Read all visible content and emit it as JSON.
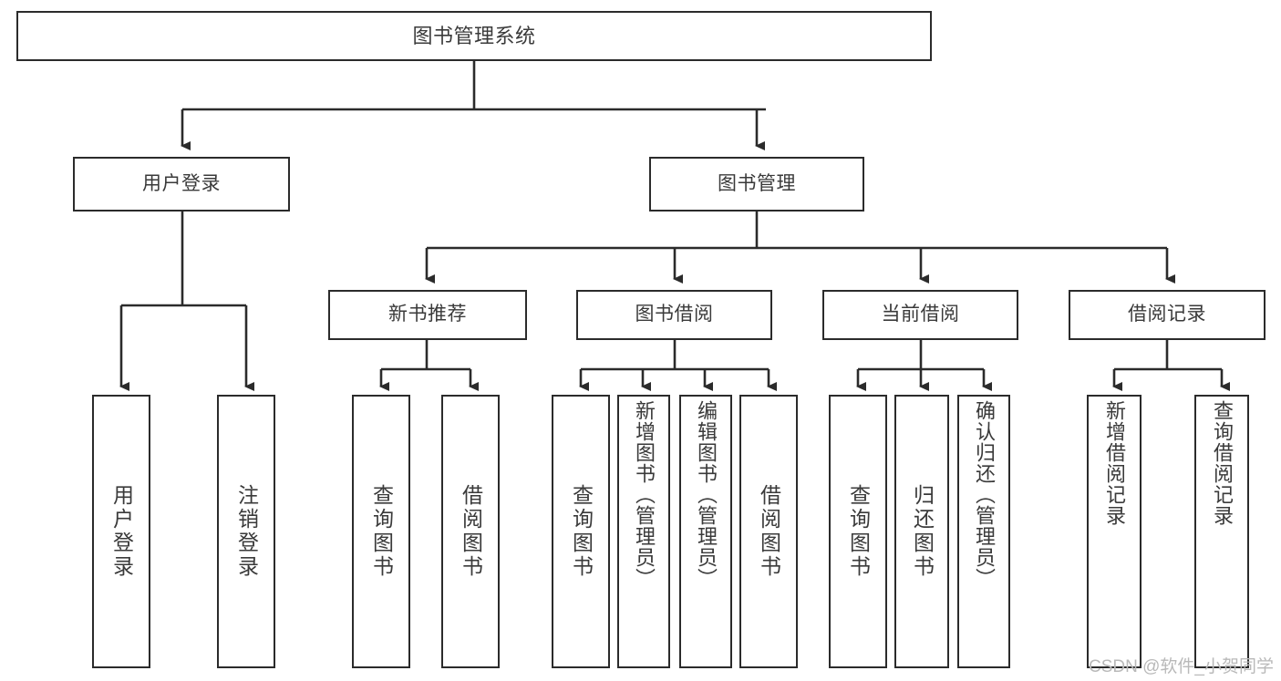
{
  "diagram": {
    "title": "图书管理系统",
    "watermark": "CSDN @软件_小贺同学",
    "colors": {
      "background": "#ffffff",
      "node_border": "#2b2b2b",
      "node_fill": "#ffffff",
      "text": "#3a3a3a",
      "edge": "#2b2b2b",
      "watermark": "#b9b9b9"
    },
    "root": {
      "label": "图书管理系统"
    },
    "level1": [
      {
        "label": "用户登录"
      },
      {
        "label": "图书管理"
      }
    ],
    "level2": [
      {
        "label": "新书推荐"
      },
      {
        "label": "图书借阅"
      },
      {
        "label": "当前借阅"
      },
      {
        "label": "借阅记录"
      }
    ],
    "leaves": {
      "user_login": [
        {
          "label": "用户登录"
        },
        {
          "label": "注销登录"
        }
      ],
      "new_book": [
        {
          "label": "查询图书"
        },
        {
          "label": "借阅图书"
        }
      ],
      "book_borrow": [
        {
          "label": "查询图书"
        },
        {
          "label": "新增图书（管理员）"
        },
        {
          "label": "编辑图书（管理员）"
        },
        {
          "label": "借阅图书"
        }
      ],
      "current_borrow": [
        {
          "label": "查询图书"
        },
        {
          "label": "归还图书"
        },
        {
          "label": "确认归还（管理员）"
        }
      ],
      "borrow_record": [
        {
          "label": "新增借阅记录"
        },
        {
          "label": "查询借阅记录"
        }
      ]
    }
  }
}
